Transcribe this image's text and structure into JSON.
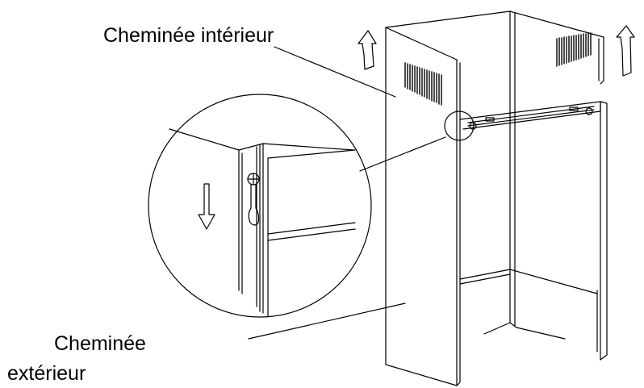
{
  "labels": {
    "inner_chimney": "Cheminée intérieur",
    "outer_chimney_line1": "Cheminée",
    "outer_chimney_line2": "extérieur"
  },
  "icons": {
    "detail_arrow": "arrow-down-icon",
    "lift_arrows": "arrow-up-icon"
  },
  "colors": {
    "line": "#000000",
    "background": "#ffffff"
  }
}
